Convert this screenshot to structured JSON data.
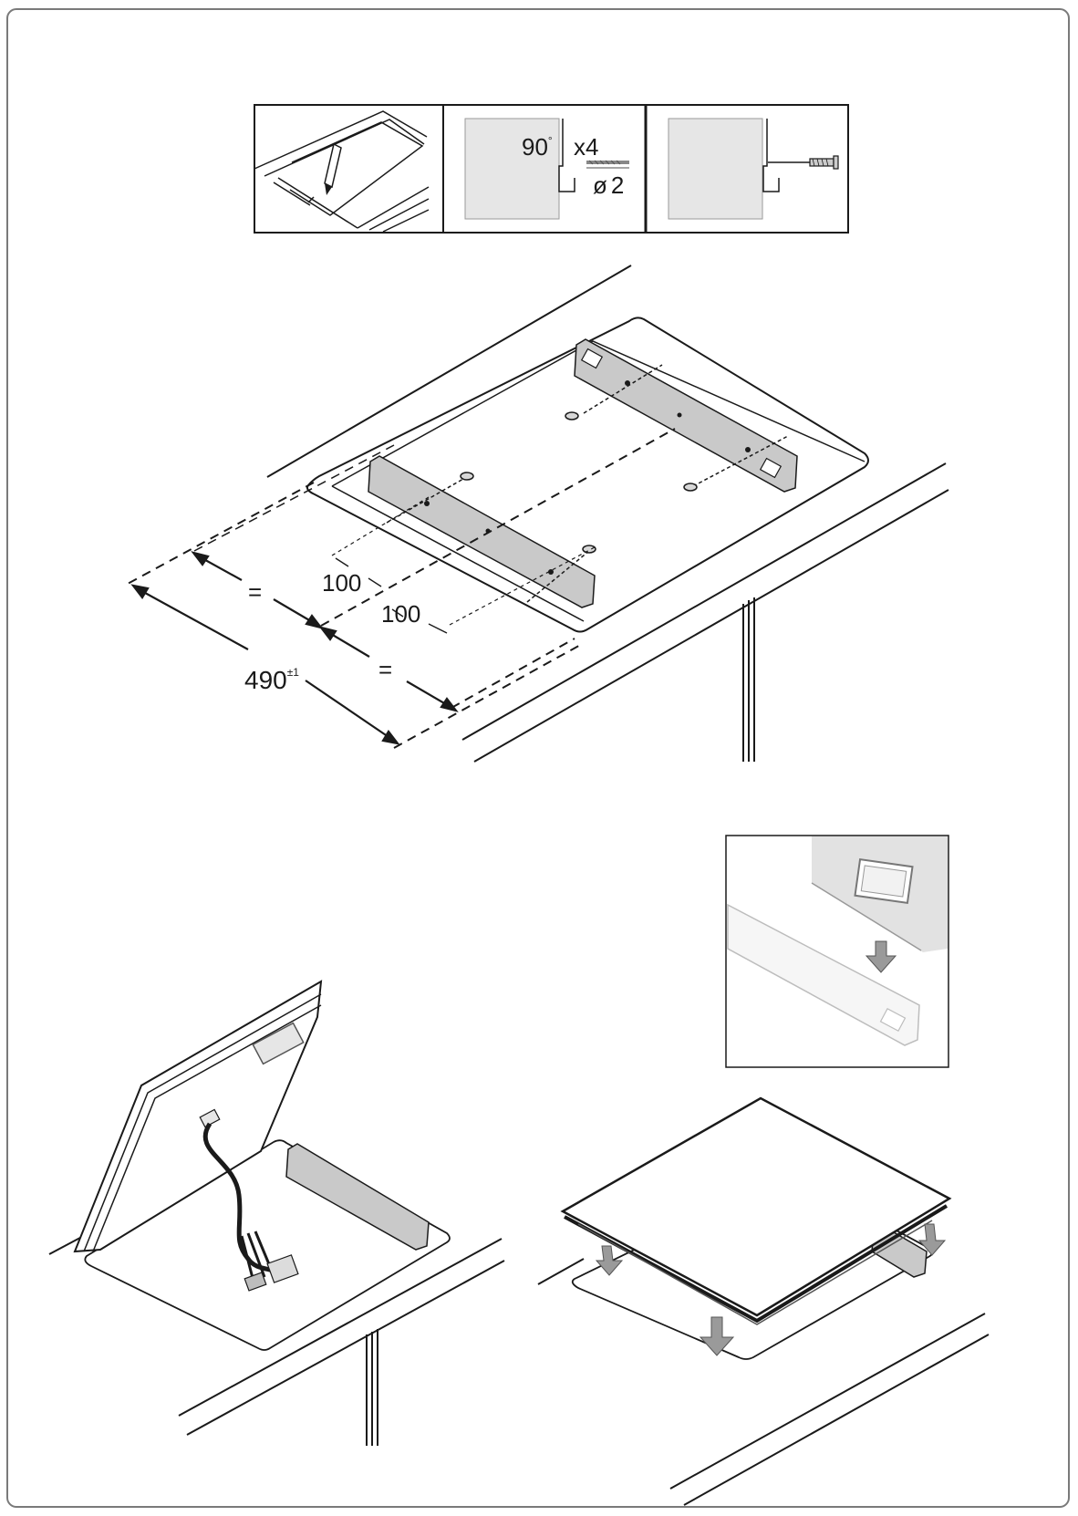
{
  "colors": {
    "line": "#1a1a1a",
    "panel_gray": "#e6e6e6",
    "bracket_gray": "#c9c9c9",
    "arrow_gray": "#9a9a9a",
    "border": "#7a7a7a"
  },
  "step1": {
    "angle": "90",
    "degree_mark": "°",
    "screw_count": "x4",
    "diameter_symbol": "ø",
    "diameter": "2"
  },
  "step2": {
    "offset_a": "100",
    "offset_b": "100",
    "equal_a": "=",
    "equal_b": "=",
    "width": "490",
    "tolerance": "±1"
  },
  "icons": [
    "pencil-icon",
    "screw-icon",
    "drill-bit-icon",
    "down-arrow-icon",
    "cable-icon"
  ]
}
